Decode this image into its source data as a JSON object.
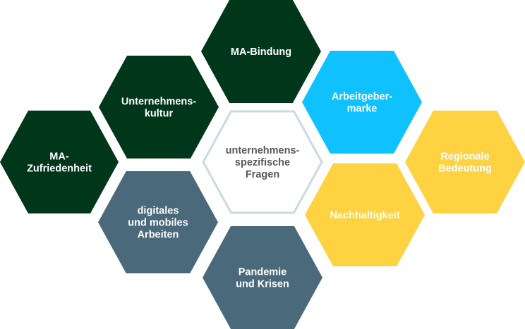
{
  "colors": {
    "dark_green": "#00361A",
    "slate": "#4A6A7C",
    "sky_blue": "#10C1FF",
    "yellow": "#FFD242",
    "center_fill": "#FFFFFF",
    "center_stroke": "#C9DAE5",
    "light_text": "#FFFFFF",
    "center_text": "#595959"
  },
  "hexagons": [
    {
      "id": "ma-bindung",
      "lines": [
        "MA-Bindung"
      ],
      "color": "dark_green"
    },
    {
      "id": "unternehmenskultur",
      "lines": [
        "Unternehmens-",
        "kultur"
      ],
      "color": "dark_green"
    },
    {
      "id": "ma-zufriedenheit",
      "lines": [
        "MA-",
        "Zufriedenheit"
      ],
      "color": "dark_green"
    },
    {
      "id": "center",
      "lines": [
        "unternehmens-",
        "spezifische",
        "Fragen"
      ],
      "color": "center_fill"
    },
    {
      "id": "arbeitgebermarke",
      "lines": [
        "Arbeitgeber-",
        "marke"
      ],
      "color": "sky_blue"
    },
    {
      "id": "regionale-bedeutung",
      "lines": [
        "Regionale",
        "Bedeutung"
      ],
      "color": "yellow"
    },
    {
      "id": "nachhaltigkeit",
      "lines": [
        "Nachhaltigkeit"
      ],
      "color": "yellow"
    },
    {
      "id": "digitales-mobiles-arbeiten",
      "lines": [
        "digitales",
        "und mobiles",
        "Arbeiten"
      ],
      "color": "slate"
    },
    {
      "id": "pandemie-krisen",
      "lines": [
        "Pandemie",
        "und Krisen"
      ],
      "color": "slate"
    }
  ]
}
